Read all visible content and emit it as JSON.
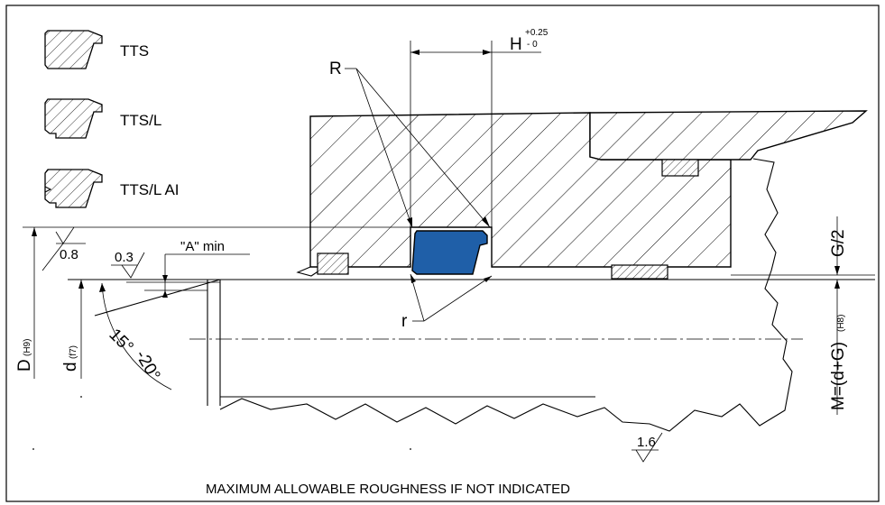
{
  "profiles": [
    {
      "name": "TTS"
    },
    {
      "name": "TTS/L"
    },
    {
      "name": "TTS/L AI"
    }
  ],
  "labels": {
    "R": "R",
    "r": "r",
    "H": "H",
    "H_tol_upper": "+0.25",
    "H_tol_lower": "- 0",
    "A_min": "\"A\" min",
    "roughness_03": "0.3",
    "roughness_08": "0.8",
    "roughness_16": "1.6",
    "angle_15": "15°",
    "angle_20": "-20°",
    "G_half": "G/2",
    "D": "D",
    "D_fit": "(H9)",
    "d": "d",
    "d_fit": "(f7)",
    "M": "M=(d+G)",
    "M_fit": "(H8)"
  },
  "footer": {
    "note": "MAXIMUM ALLOWABLE ROUGHNESS IF NOT INDICATED"
  },
  "colors": {
    "seal_fill": "#1f5fa8",
    "line": "#000000",
    "background": "#ffffff"
  }
}
